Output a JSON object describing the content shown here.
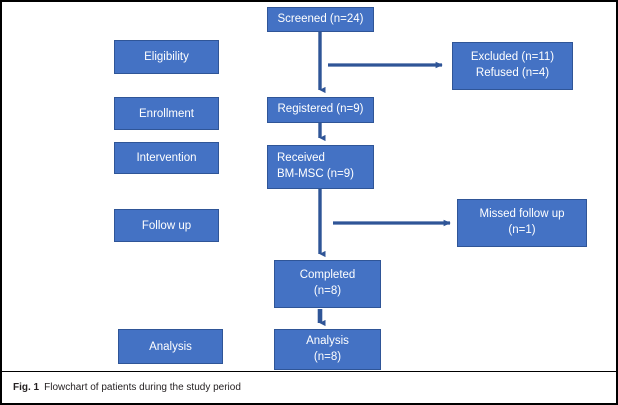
{
  "figure": {
    "caption_label": "Fig. 1",
    "caption_text": "Flowchart of patients during the study period",
    "border_color": "#000000",
    "background": "#ffffff"
  },
  "theme": {
    "node_fill": "#4472c4",
    "node_border": "#2f5597",
    "node_text": "#ffffff",
    "arrow_color": "#2f5597"
  },
  "stage_labels": [
    {
      "id": "eligibility",
      "label": "Eligibility"
    },
    {
      "id": "enrollment",
      "label": "Enrollment"
    },
    {
      "id": "intervention",
      "label": "Intervention"
    },
    {
      "id": "followup",
      "label": "Follow up"
    },
    {
      "id": "analysis",
      "label": "Analysis"
    }
  ],
  "flow_nodes": [
    {
      "id": "screened",
      "label": "Screened (n=24)",
      "count": 24
    },
    {
      "id": "registered",
      "label": "Registered (n=9)",
      "count": 9
    },
    {
      "id": "received",
      "label": "Received\nBM-MSC (n=9)",
      "count": 9
    },
    {
      "id": "completed",
      "label": "Completed\n(n=8)",
      "count": 8
    },
    {
      "id": "analysis-node",
      "label": "Analysis\n(n=8)",
      "count": 8
    }
  ],
  "side_nodes": [
    {
      "id": "excluded",
      "label": "Excluded (n=11)\nRefused (n=4)",
      "excluded": 11,
      "refused": 4
    },
    {
      "id": "missed",
      "label": "Missed follow up\n(n=1)",
      "count": 1
    }
  ]
}
